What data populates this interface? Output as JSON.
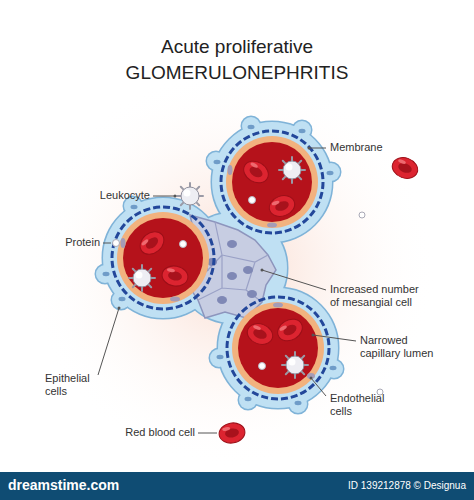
{
  "diagram": {
    "title": "Acute proliferative GLOMERULONEPHRITIS",
    "labels": [
      "Leukocyte",
      "Membrane",
      "Protein",
      "Increased number of mesangial cell",
      "Narrowed capillary lumen",
      "Epithelial cells",
      "Endothelial cells",
      "Red blood cell",
      "dreamstime.com",
      "ID 139212878 © Designua"
    ]
  }
}
